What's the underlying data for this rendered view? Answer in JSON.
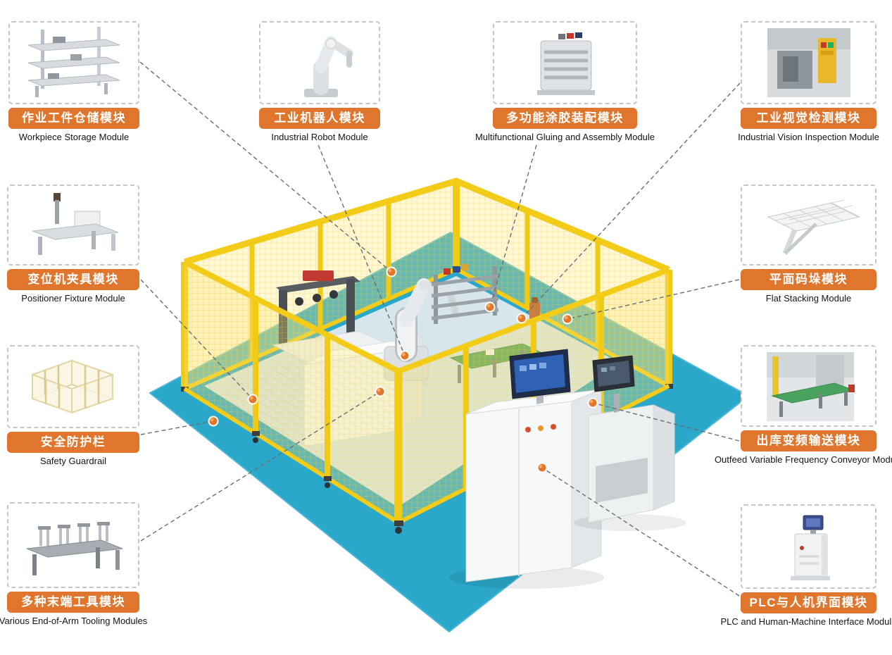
{
  "modules": [
    {
      "id": "workpiece-storage",
      "zh": "作业工件仓储模块",
      "en": "Workpiece Storage Module"
    },
    {
      "id": "industrial-robot",
      "zh": "工业机器人模块",
      "en": "Industrial Robot Module"
    },
    {
      "id": "gluing-assembly",
      "zh": "多功能涂胶装配模块",
      "en": "Multifunctional Gluing and Assembly Module"
    },
    {
      "id": "vision-inspection",
      "zh": "工业视觉检测模块",
      "en": "Industrial Vision Inspection Module"
    },
    {
      "id": "positioner-fixture",
      "zh": "变位机夹具模块",
      "en": "Positioner Fixture Module"
    },
    {
      "id": "safety-guardrail",
      "zh": "安全防护栏",
      "en": "Safety Guardrail"
    },
    {
      "id": "end-of-arm-tooling",
      "zh": "多种末端工具模块",
      "en": "Various End-of-Arm Tooling Modules"
    },
    {
      "id": "flat-stacking",
      "zh": "平面码垛模块",
      "en": "Flat Stacking Module"
    },
    {
      "id": "outfeed-conveyor",
      "zh": "出库变频输送模块",
      "en": "Outfeed Variable Frequency Conveyor Module"
    },
    {
      "id": "plc-hmi",
      "zh": "PLC与人机界面模块",
      "en": "PLC and Human-Machine Interface Module"
    }
  ],
  "colors": {
    "accent_orange": "#e0762e",
    "fence_yellow": "#f2cc19",
    "floor_blue": "#2ba7c9",
    "leader_line": "#6a6e72"
  }
}
